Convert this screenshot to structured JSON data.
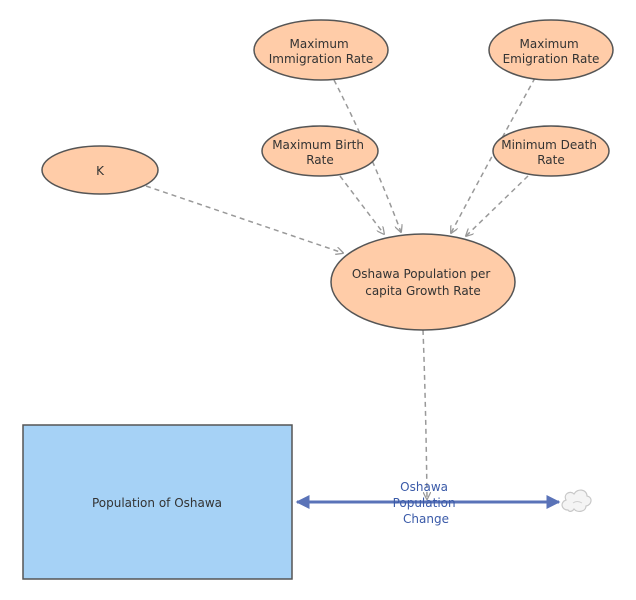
{
  "colors": {
    "aux_fill": "#ffcca8",
    "aux_stroke": "#555555",
    "stock_fill": "#a6d2f6",
    "stock_stroke": "#555555",
    "flow_color": "#5a73b8",
    "link_color": "#999999",
    "flow_label_color": "#3a5aa8"
  },
  "nodes": {
    "max_immigration": {
      "line1": "Maximum",
      "line2": "Immigration Rate"
    },
    "max_emigration": {
      "line1": "Maximum",
      "line2": "Emigration Rate"
    },
    "max_birth": {
      "line1": "Maximum Birth",
      "line2": "Rate"
    },
    "min_death": {
      "line1": "Minimum Death",
      "line2": "Rate"
    },
    "k": {
      "label": "K"
    },
    "growth_rate": {
      "line1": "Oshawa Population per",
      "line2": "capita Growth Rate"
    }
  },
  "stock": {
    "label": "Population of Oshawa"
  },
  "flow": {
    "line1": "Oshawa",
    "line2": "Population",
    "line3": "Change"
  },
  "cloud": {
    "icon": "cloud-icon"
  }
}
